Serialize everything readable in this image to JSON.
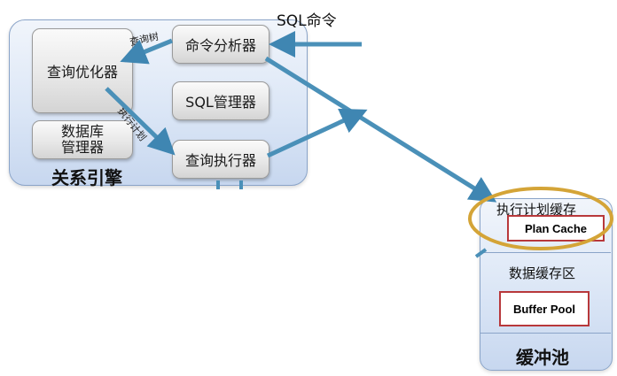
{
  "relational_engine": {
    "title": "关系引擎",
    "query_optimizer": "查询优化器",
    "db_manager": "数据库\n管理器",
    "command_parser": "命令分析器",
    "sql_manager": "SQL管理器",
    "query_executor": "查询执行器"
  },
  "labels": {
    "sql_command": "SQL命令",
    "query_tree": "查询树",
    "exec_plan": "执行计划"
  },
  "buffer_pool": {
    "title": "缓冲池",
    "plan_cache_cn": "执行计划缓存",
    "plan_cache_en": "Plan Cache",
    "data_cache_cn": "数据缓存区",
    "buffer_pool_en": "Buffer Pool"
  },
  "colors": {
    "arrow": "#4a90b8",
    "panel_border": "#8aa4c8",
    "highlight_ring": "#d4a437",
    "red_border": "#b8383b"
  }
}
